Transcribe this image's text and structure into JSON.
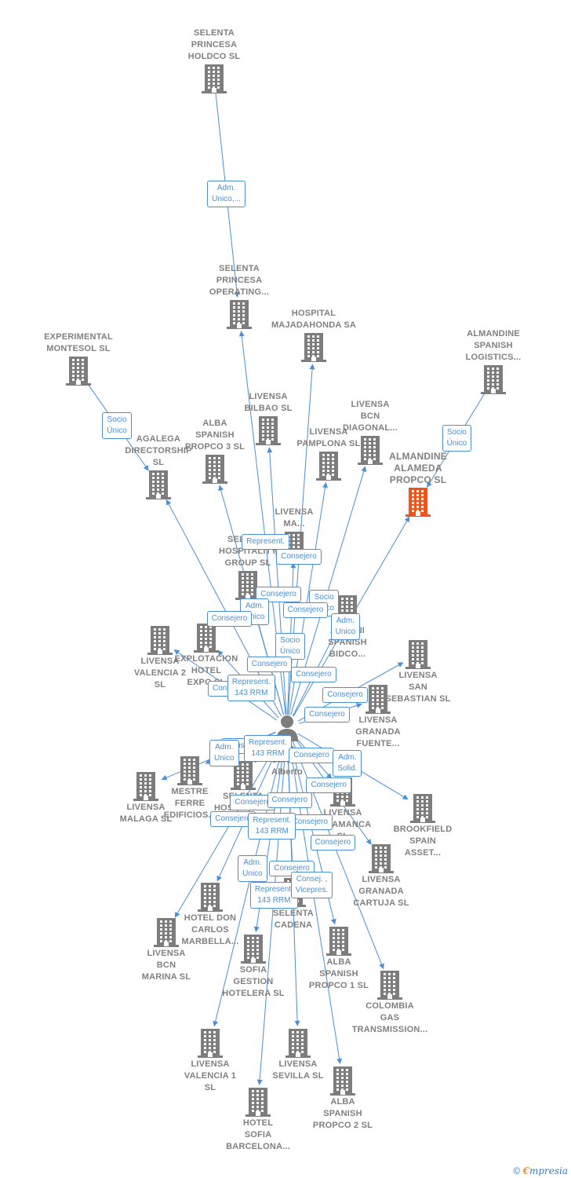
{
  "colors": {
    "building": "#7d7d7d",
    "building_focus": "#f0541e",
    "edge": "#4a8fd8",
    "person": "#7d7d7d"
  },
  "nodes": [
    {
      "id": "selenta-holdco",
      "type": "company",
      "label": "SELENTA\nPRINCESA\nHOLDCO  SL"
    },
    {
      "id": "selenta-operating",
      "type": "company",
      "label": "SELENTA\nPRINCESA\nOPERATING..."
    },
    {
      "id": "hospital-majadahonda",
      "type": "company",
      "label": "HOSPITAL\nMAJADAHONDA SA"
    },
    {
      "id": "experimental-montesol",
      "type": "company",
      "label": "EXPERIMENTAL\nMONTESOL  SL"
    },
    {
      "id": "almandine-logistics",
      "type": "company",
      "label": "ALMANDINE\nSPANISH\nLOGISTICS..."
    },
    {
      "id": "livensa-bilbao",
      "type": "company",
      "label": "LIVENSA\nBILBAO  SL"
    },
    {
      "id": "livensa-bcn-diagonal",
      "type": "company",
      "label": "LIVENSA\nBCN\nDIAGONAL..."
    },
    {
      "id": "alba-propco3",
      "type": "company",
      "label": "ALBA\nSPANISH\nPROPCO 3  SL"
    },
    {
      "id": "livensa-pamplona",
      "type": "company",
      "label": "LIVENSA\nPAMPLONA  SL"
    },
    {
      "id": "almandine-alameda",
      "type": "focus",
      "label": "ALMANDINE\nALAMEDA\nPROPCO  SL"
    },
    {
      "id": "agalega",
      "type": "company",
      "label": "AGALEGA\nDIRECTORSHIP\nSL"
    },
    {
      "id": "livensa-ma",
      "type": "company",
      "label": "LIVENSA\nMA..."
    },
    {
      "id": "selenta-hospitality-group",
      "type": "company",
      "label": "SELENTA\nHOSPITALITY\nGROUP  SL"
    },
    {
      "id": "alumni-bidco",
      "type": "company",
      "label": "ALUMNI\nSPANISH\nBIDCO..."
    },
    {
      "id": "livensa-valencia2",
      "type": "company",
      "label": "LIVENSA\nVALENCIA 2\nSL"
    },
    {
      "id": "explotacion-hotel",
      "type": "company",
      "label": "EXPLOTACION\nHOTEL\nEXPO  SL"
    },
    {
      "id": "livensa-san-sebastian",
      "type": "company",
      "label": "LIVENSA\nSAN\nSEBASTIAN  SL"
    },
    {
      "id": "livensa-granada-fuente",
      "type": "company",
      "label": "LIVENSA\nGRANADA\nFUENTE..."
    },
    {
      "id": "person",
      "type": "person",
      "label": "Nin\nGaraiza\nAlberto"
    },
    {
      "id": "mestre-ferre",
      "type": "company",
      "label": "MESTRE\nFERRE\nEDIFICIOS..."
    },
    {
      "id": "livensa-malaga",
      "type": "company",
      "label": "LIVENSA\nMALAGA  SL"
    },
    {
      "id": "selenta-hospitality-2",
      "type": "company",
      "label": "SELENTA\nHOSPITALITY\nSL"
    },
    {
      "id": "livensa-salamanca",
      "type": "company",
      "label": "LIVENSA\nSALAMANCA\nSL"
    },
    {
      "id": "brookfield",
      "type": "company",
      "label": "BROOKFIELD\nSPAIN\nASSET..."
    },
    {
      "id": "livensa-granada-cartuja",
      "type": "company",
      "label": "LIVENSA\nGRANADA\nCARTUJA  SL"
    },
    {
      "id": "hotel-don-carlos",
      "type": "company",
      "label": "HOTEL DON\nCARLOS\nMARBELLA..."
    },
    {
      "id": "selenta-cadena",
      "type": "company",
      "label": "SELENTA\nCADENA"
    },
    {
      "id": "livensa-bcn-marina",
      "type": "company",
      "label": "LIVENSA\nBCN\nMARINA  SL"
    },
    {
      "id": "alba-propco1",
      "type": "company",
      "label": "ALBA\nSPANISH\nPROPCO 1  SL"
    },
    {
      "id": "sofia-gestion",
      "type": "company",
      "label": "SOFIA\nGESTION\nHOTELERA  SL"
    },
    {
      "id": "colombia-gas",
      "type": "company",
      "label": "COLOMBIA\nGAS\nTRANSMISSION..."
    },
    {
      "id": "livensa-valencia1",
      "type": "company",
      "label": "LIVENSA\nVALENCIA 1\nSL"
    },
    {
      "id": "livensa-sevilla",
      "type": "company",
      "label": "LIVENSA\nSEVILLA  SL"
    },
    {
      "id": "hotel-sofia-barcelona",
      "type": "company",
      "label": "HOTEL\nSOFIA\nBARCELONA..."
    },
    {
      "id": "alba-propco2",
      "type": "company",
      "label": "ALBA\nSPANISH\nPROPCO 2  SL"
    }
  ],
  "edges": [
    {
      "from": "selenta-holdco",
      "to": "selenta-operating",
      "label": "Adm.\nUnico,..."
    },
    {
      "from": "experimental-montesol",
      "to": "agalega",
      "label": "Socio\nÚnico"
    },
    {
      "from": "almandine-logistics",
      "to": "almandine-alameda",
      "label": "Socio\nÚnico"
    },
    {
      "from": "person",
      "to": "selenta-operating",
      "label": "Represent."
    },
    {
      "from": "person",
      "to": "hospital-majadahonda",
      "label": "Consejero"
    },
    {
      "from": "person",
      "to": "livensa-bilbao",
      "label": "Consejero"
    },
    {
      "from": "person",
      "to": "livensa-bcn-diagonal",
      "label": "Socio\nÚnico"
    },
    {
      "from": "person",
      "to": "alba-propco3",
      "label": "Adm.\nUnico"
    },
    {
      "from": "person",
      "to": "livensa-pamplona",
      "label": "Consejero"
    },
    {
      "from": "person",
      "to": "almandine-alameda",
      "label": "Adm.\nUnico"
    },
    {
      "from": "person",
      "to": "agalega",
      "label": "Consejero"
    },
    {
      "from": "person",
      "to": "livensa-ma",
      "label": "Socio\nÚnico"
    },
    {
      "from": "person",
      "to": "selenta-hospitality-group",
      "label": "Consejero"
    },
    {
      "from": "person",
      "to": "alumni-bidco",
      "label": "Consejero"
    },
    {
      "from": "person",
      "to": "livensa-valencia2",
      "label": "Consejero"
    },
    {
      "from": "person",
      "to": "explotacion-hotel",
      "label": "Represent.\n143 RRM"
    },
    {
      "from": "person",
      "to": "livensa-san-sebastian",
      "label": "Consejero"
    },
    {
      "from": "person",
      "to": "livensa-granada-fuente",
      "label": "Consejero"
    },
    {
      "from": "person",
      "to": "mestre-ferre",
      "label": "Consejero"
    },
    {
      "from": "person",
      "to": "livensa-malaga",
      "label": "Adm.\nUnico"
    },
    {
      "from": "person",
      "to": "selenta-hospitality-2",
      "label": "Represent.\n143 RRM"
    },
    {
      "from": "person",
      "to": "livensa-salamanca",
      "label": "Consejero"
    },
    {
      "from": "person",
      "to": "brookfield",
      "label": "Adm.\nSolid."
    },
    {
      "from": "person",
      "to": "livensa-granada-cartuja",
      "label": "Consejero"
    },
    {
      "from": "person",
      "to": "hotel-don-carlos",
      "label": "Consejero"
    },
    {
      "from": "person",
      "to": "selenta-cadena",
      "label": "Consejero"
    },
    {
      "from": "person",
      "to": "livensa-bcn-marina",
      "label": "Consejero"
    },
    {
      "from": "person",
      "to": "alba-propco1",
      "label": "Consejero"
    },
    {
      "from": "person",
      "to": "sofia-gestion",
      "label": "Represent.\n143 RRM"
    },
    {
      "from": "person",
      "to": "colombia-gas",
      "label": "Consejero"
    },
    {
      "from": "person",
      "to": "livensa-valencia1",
      "label": "Adm.\nUnico"
    },
    {
      "from": "person",
      "to": "livensa-sevilla",
      "label": "Consejero"
    },
    {
      "from": "person",
      "to": "hotel-sofia-barcelona",
      "label": "Represent.\n143 RRM"
    },
    {
      "from": "person",
      "to": "alba-propco2",
      "label": "Consej. ,\nVicepres."
    }
  ],
  "footer": {
    "copyright": "©",
    "brand_e": "€",
    "brand_rest": "mpresia"
  }
}
